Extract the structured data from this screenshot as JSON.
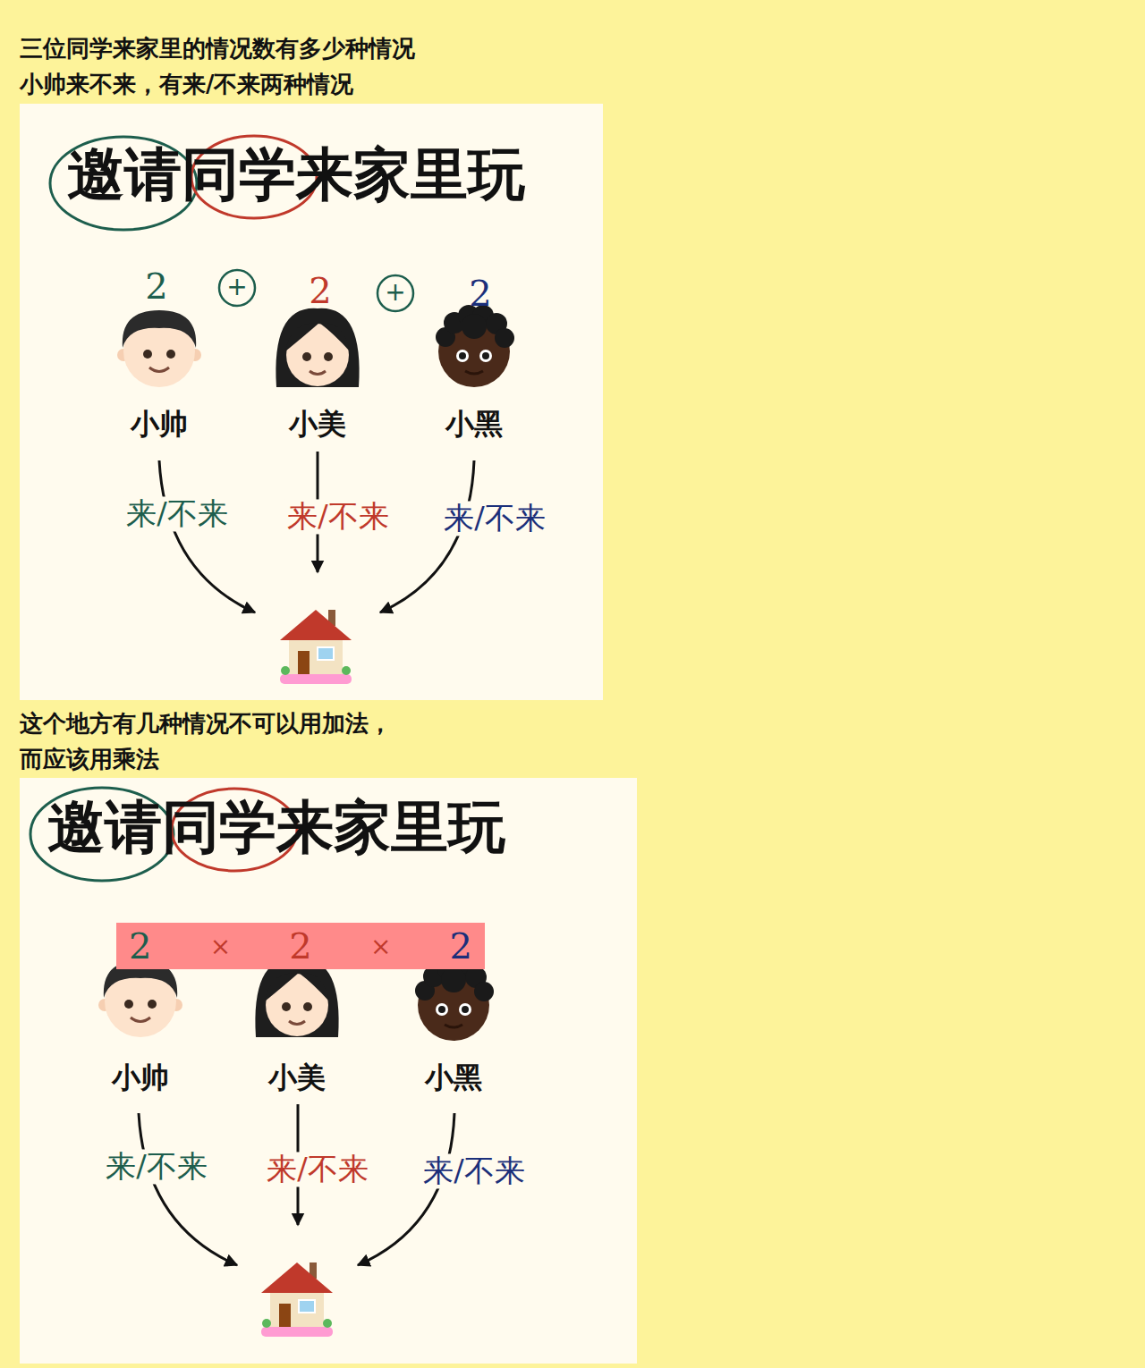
{
  "diagram": {
    "nodes": [
      {
        "text": [
          "2",
          "×",
          "2",
          "×",
          "2"
        ]
      }
    ],
    "labels": [
      "三位同学来家里的情况数有多少种情况",
      "小帅来不来，有来/不来两种情况",
      "邀请同学来家里玩",
      "2",
      "+",
      "2",
      "+",
      "2",
      "小帅",
      "小美",
      "小黑",
      "来/不来",
      "来/不来",
      "来/不来",
      "这个地方有几种情况不可以用加法，",
      "而应该用乘法",
      "邀请同学来家里玩",
      "小帅",
      "小美",
      "小黑",
      "来/不来",
      "来/不来",
      "来/不来"
    ]
  }
}
